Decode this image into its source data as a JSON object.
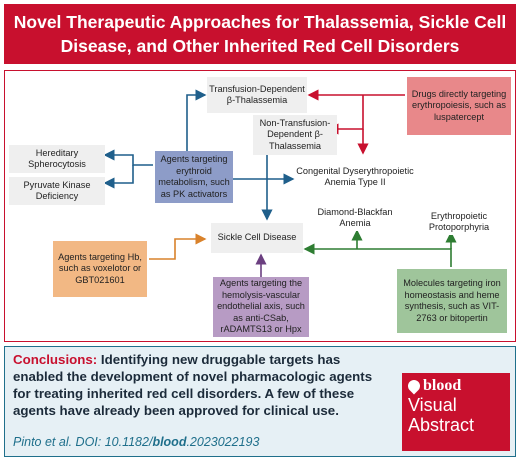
{
  "title": "Novel Therapeutic Approaches for Thalassemia, Sickle Cell Disease, and Other Inherited Red Cell Disorders",
  "nodes": {
    "tdt": "Transfusion-Dependent β-Thalassemia",
    "ntdt": "Non-Transfusion-Dependent β-Thalassemia",
    "cda": "Congenital Dyserythropoietic Anemia Type II",
    "dba": "Diamond-Blackfan Anemia",
    "epp": "Erythropoietic Protoporphyria",
    "hs": "Hereditary Spherocytosis",
    "pkd": "Pyruvate Kinase Deficiency",
    "scd": "Sickle Cell Disease",
    "drugs_erythro": "Drugs directly targeting erythropoiesis, such as luspatercept",
    "agents_metab": "Agents targeting erythroid metabolism, such as PK activators",
    "agents_hb": "Agents targeting Hb, such as voxelotor or GBT021601",
    "agents_vasc": "Agents targeting the hemolysis-vascular endothelial axis, such as anti-CSab, rADAMTS13 or Hpx",
    "molecules_iron": "Molecules targeting iron homeostasis and heme synthesis, such as VIT-2763 or bitopertin"
  },
  "colors": {
    "red": "#c8102e",
    "blue": "#1f5f8b",
    "orange": "#d9822b",
    "purple": "#6b3f80",
    "green": "#2e7d32"
  },
  "conclusions": {
    "label": "Conclusions:",
    "text": "Identifying new druggable targets has enabled the development of novel pharmacologic agents for treating inherited red cell disorders. A few of these agents have already been approved for clinical use."
  },
  "citation": {
    "authors": "Pinto et al. DOI: 10.1182/",
    "journal": "blood",
    "suffix": ".2023022193"
  },
  "badge": {
    "brand": "blood",
    "line1": "Visual",
    "line2": "Abstract"
  }
}
